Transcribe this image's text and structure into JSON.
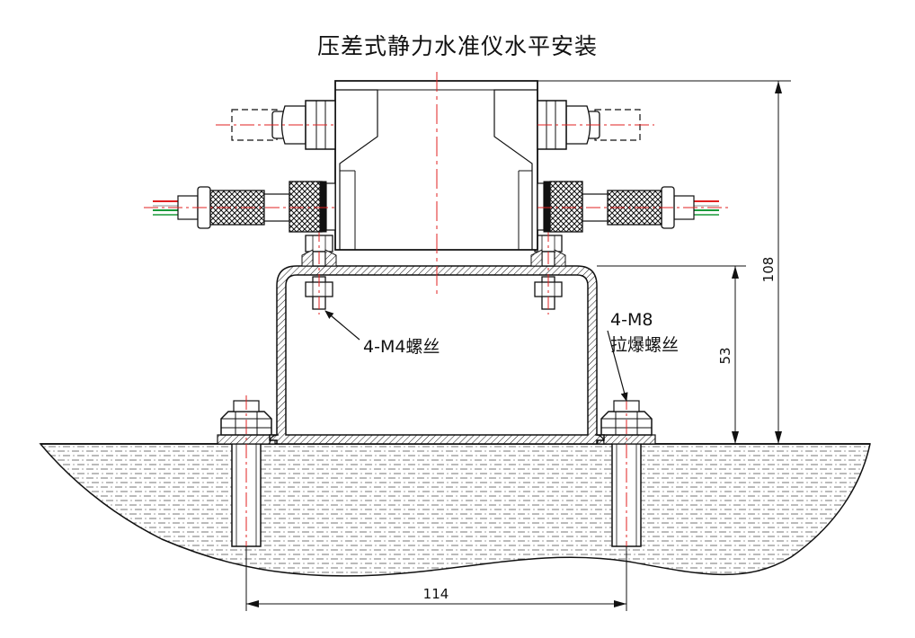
{
  "title": "压差式静力水准仪水平安装",
  "labels": {
    "screw": "4-M4螺丝",
    "anchor_line1": "4-M8",
    "anchor_line2": "拉爆螺丝"
  },
  "dimensions": {
    "total_height": "108",
    "bracket_height": "53",
    "anchor_spacing": "114"
  },
  "colors": {
    "line": "#111111",
    "centerline": "#e02020",
    "wire_red": "#e02020",
    "wire_green": "#1a9a3a",
    "wire_white": "#c8c8c8",
    "ground_dash": "#444444"
  }
}
